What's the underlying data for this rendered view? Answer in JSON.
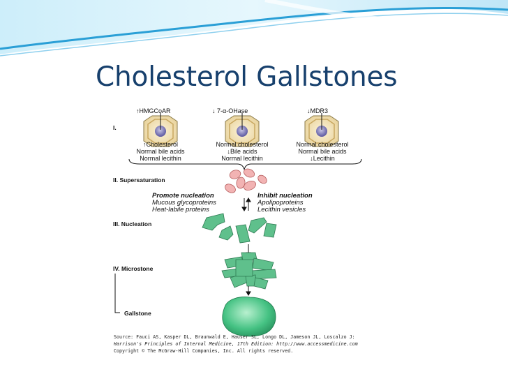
{
  "slide": {
    "title": "Cholesterol Gallstones",
    "theme_colors": {
      "title": "#17406d",
      "wave_dark": "#2a9fd6",
      "wave_light": "#bfe6f7",
      "stone": "#3fbf80",
      "crystal": "#5fc08c",
      "vesicle": "#f2b3b3"
    }
  },
  "figure": {
    "stages": [
      "I.",
      "II. Supersaturation",
      "III. Nucleation",
      "IV. Microstone",
      "Gallstone"
    ],
    "cells": [
      {
        "enzyme": "↑HMGCoAR",
        "lines": [
          "↑Cholesterol",
          "Normal bile acids",
          "Normal lecithin"
        ],
        "icon": "hepatocyte-icon"
      },
      {
        "enzyme": "↓ 7-α-OHase",
        "lines": [
          "Normal cholesterol",
          "↓Bile acids",
          "Normal lecithin"
        ],
        "icon": "hepatocyte-icon"
      },
      {
        "enzyme": "↓MDR3",
        "lines": [
          "Normal cholesterol",
          "Normal bile acids",
          "↓Lecithin"
        ],
        "icon": "hepatocyte-icon"
      }
    ],
    "promote": {
      "heading": "Promote nucleation",
      "items": [
        "Mucous glycoproteins",
        "Heat-labile proteins"
      ]
    },
    "inhibit": {
      "heading": "Inhibit nucleation",
      "items": [
        "Apolipoproteins",
        "Lecithin vesicles"
      ]
    },
    "source": [
      "Source: Fauci AS, Kasper DL, Braunwald E, Hauser SL, Longo DL, Jameson JL, Loscalzo J:",
      "Harrison's Principles of Internal Medicine, 17th Edition: http://www.accessmedicine.com",
      "Copyright © The McGraw-Hill Companies, Inc. All rights reserved."
    ]
  }
}
